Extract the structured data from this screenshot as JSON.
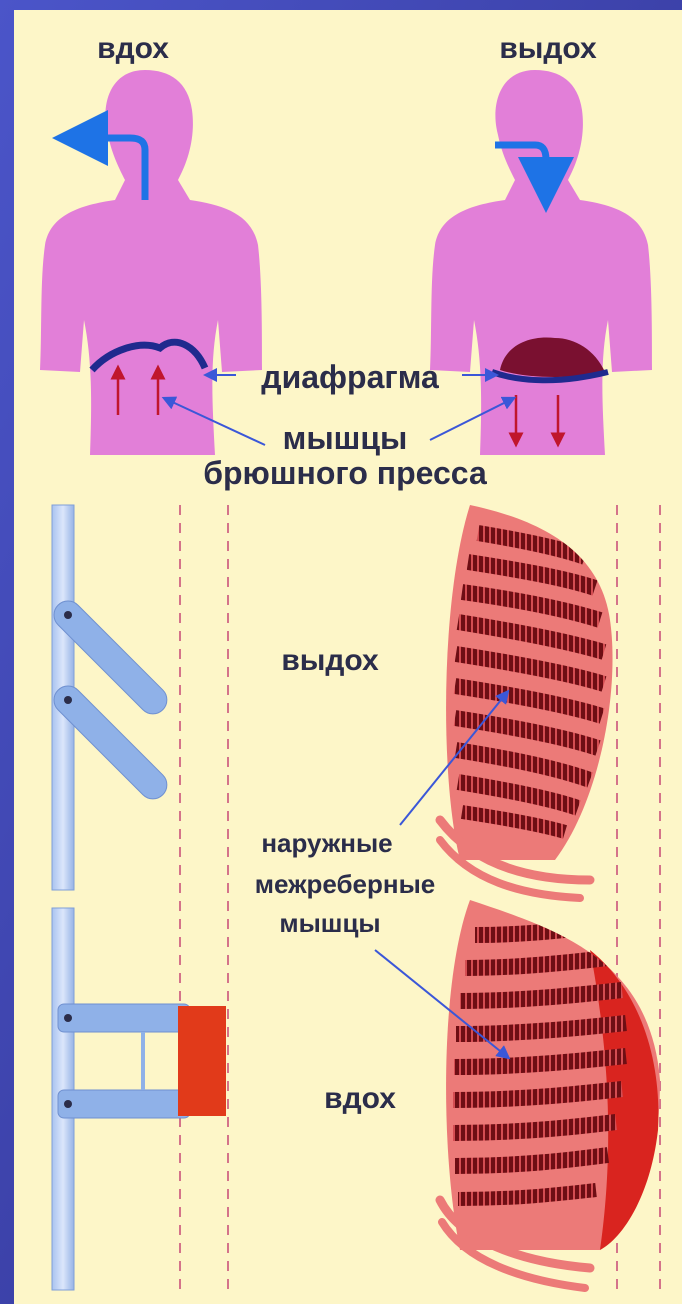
{
  "labels": {
    "top_left_title": "вдох",
    "top_right_title": "выдох",
    "diaphragm": "диафрагма",
    "muscles_line1": "мышцы",
    "muscles_line2": "брюшного пресса",
    "mid_title": "выдох",
    "intercostal_line1": "наружные",
    "intercostal_line2": "межреберные",
    "intercostal_line3": "мышцы",
    "bottom_title": "вдох"
  },
  "colors": {
    "frame": "#3a3fa8",
    "panel": "#fdf6c8",
    "body": "#e27fd8",
    "arrow_blue": "#1e73e6",
    "diaphragm": "#1f2a8e",
    "lung_dark": "#7a1030",
    "muscle_arrow": "#c0162c",
    "rib": "#ec7a78",
    "rib_dark": "#6e0e14",
    "lever": "#8fb1e8",
    "lever_block": "#e13a1a",
    "dashed": "#d4738a",
    "pointer": "#3b57d8"
  }
}
